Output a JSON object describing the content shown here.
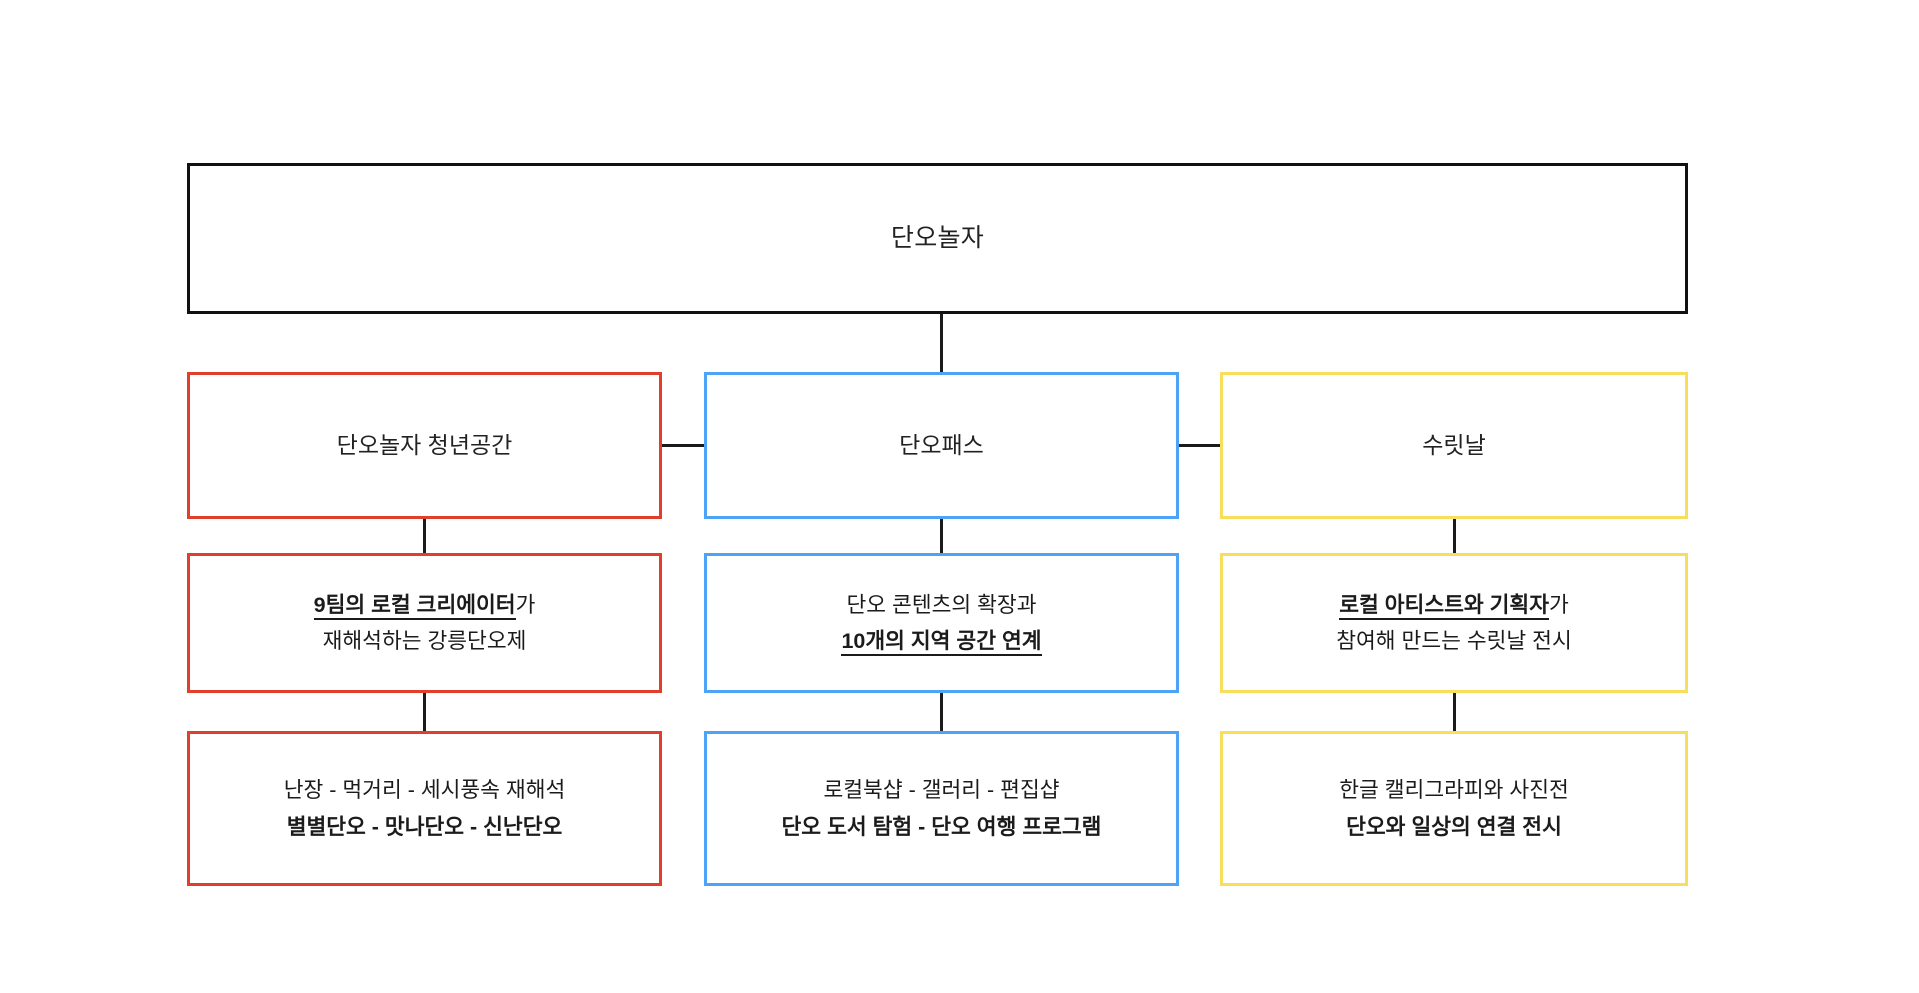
{
  "diagram": {
    "type": "organization-tree",
    "title": "단오놀자",
    "colors": {
      "root_border": "#111111",
      "column_1": "#E0402B",
      "column_2": "#4DA3F5",
      "column_3": "#F7DF5C",
      "text": "#1b1b1b",
      "background": "#ffffff"
    },
    "root": {
      "label": "단오놀자"
    },
    "columns": [
      {
        "key": "column-red",
        "accent": "#E0402B",
        "category": "단오놀자 청년공간",
        "description": {
          "line1_emphasis": "9팀의 로컬 크리에이터",
          "line1_suffix": "가",
          "line2": "재해석하는 강릉단오제"
        },
        "programs": {
          "line1": "난장 - 먹거리 - 세시풍속 재해석",
          "line2": "별별단오 - 맛나단오 - 신난단오"
        }
      },
      {
        "key": "column-blue",
        "accent": "#4DA3F5",
        "category": "단오패스",
        "description": {
          "line1": "단오 콘텐츠의 확장과",
          "line2_emphasis": "10개의 지역 공간 연계"
        },
        "programs": {
          "line1": "로컬북샵 - 갤러리 - 편집샵",
          "line2": "단오 도서 탐험 - 단오 여행 프로그램"
        }
      },
      {
        "key": "column-yellow",
        "accent": "#F7DF5C",
        "category": "수릿날",
        "description": {
          "line1_emphasis": "로컬 아티스트와 기획자",
          "line1_suffix": "가",
          "line2": "참여해 만드는 수릿날 전시"
        },
        "programs": {
          "line1": "한글 캘리그라피와 사진전",
          "line2": "단오와 일상의 연결 전시"
        }
      }
    ]
  }
}
